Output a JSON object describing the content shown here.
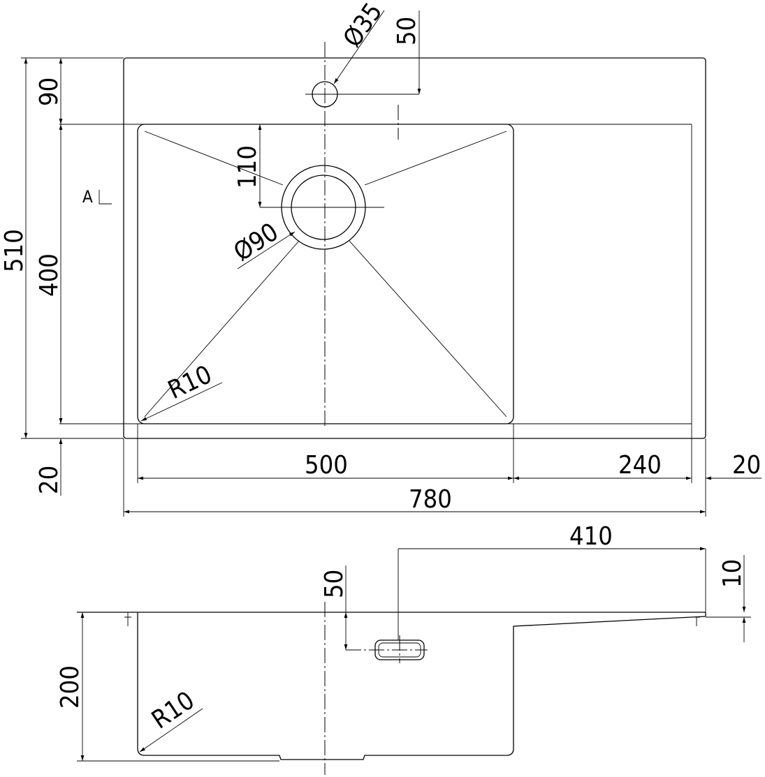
{
  "top_view": {
    "tap_hole_diameter": "Ø35",
    "tap_hole_offset": "50",
    "top_margin": "90",
    "overall_depth": "510",
    "bowl_depth": "400",
    "drain_offset": "110",
    "drain_diameter": "Ø90",
    "section_mark": "A",
    "corner_radius": "R10",
    "bowl_width": "500",
    "drainboard_width": "240",
    "bottom_margin": "20",
    "right_margin": "20",
    "overall_width": "780"
  },
  "side_view": {
    "overflow_offset": "410",
    "rim_height": "10",
    "overflow_depth": "50",
    "bowl_height": "200",
    "corner_radius": "R10"
  }
}
